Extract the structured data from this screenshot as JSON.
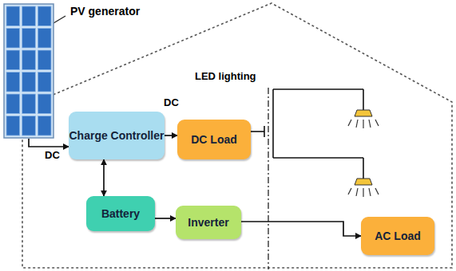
{
  "diagram": {
    "nodes": [
      {
        "text": [
          "PV generator"
        ]
      },
      {
        "text": [
          "Charge Controller"
        ]
      },
      {
        "text": [
          "DC Load"
        ]
      },
      {
        "text": [
          "Battery"
        ]
      },
      {
        "text": [
          "Inverter"
        ]
      },
      {
        "text": [
          "AC Load"
        ]
      }
    ],
    "edges": [
      {
        "from": 0,
        "to": 1,
        "arrow": "to",
        "label": "DC"
      },
      {
        "from": 1,
        "to": 2,
        "arrow": "to",
        "label": "DC"
      },
      {
        "from": 1,
        "to": 3,
        "arrow": "both"
      },
      {
        "from": 3,
        "to": 4,
        "arrow": "to"
      },
      {
        "from": 4,
        "to": 5,
        "arrow": "to"
      }
    ],
    "labels": [
      "LED lighting"
    ]
  }
}
